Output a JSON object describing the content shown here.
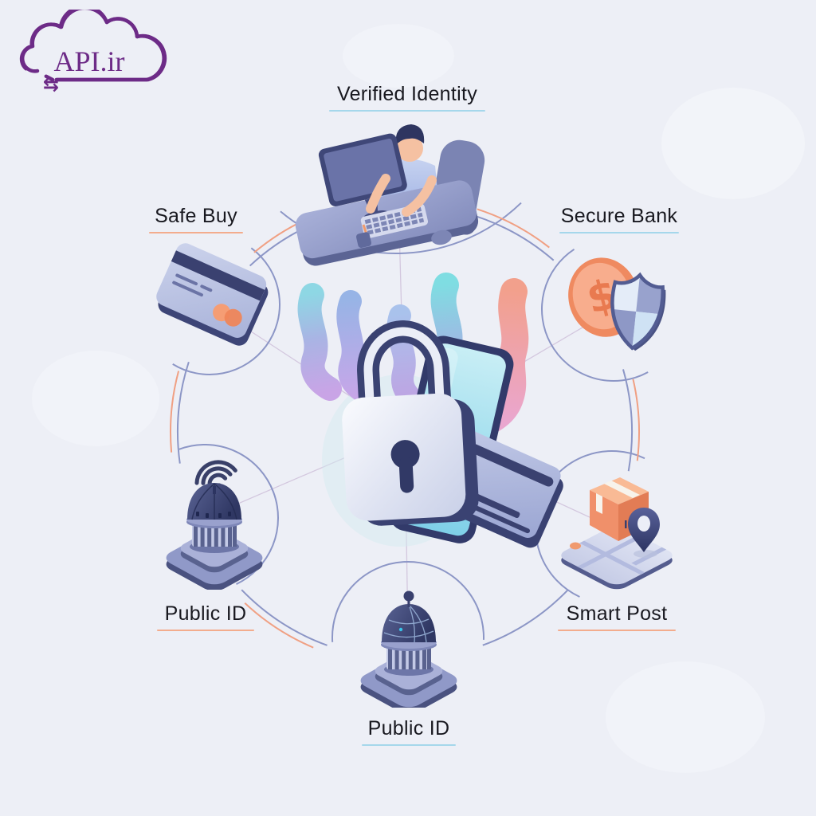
{
  "logo": {
    "text": "API.ir",
    "arrows_glyph": "⇆",
    "color": "#6d2b87"
  },
  "diagram": {
    "center_icon": "padlock-phone-card-security",
    "nodes": [
      {
        "label": "Verified Identity",
        "icon": "person-computer-icon",
        "underline_color": "#a5d7eb"
      },
      {
        "label": "Safe Buy",
        "icon": "credit-card-icon",
        "underline_color": "#f3ac8d"
      },
      {
        "label": "Secure Bank",
        "icon": "coin-shield-icon",
        "underline_color": "#a5d7eb"
      },
      {
        "label": "Public ID",
        "icon": "dome-wifi-icon",
        "underline_color": "#f3ac8d"
      },
      {
        "label": "Smart Post",
        "icon": "package-location-icon",
        "underline_color": "#f3ac8d"
      },
      {
        "label": "Public ID",
        "icon": "dome-globe-icon",
        "underline_color": "#a5d7eb"
      }
    ],
    "colors": {
      "background": "#edeff6",
      "ring_blue": "#8c96c6",
      "ring_orange": "#f0a083",
      "spoke": "#bfa8cc",
      "label_text": "#18181f"
    }
  }
}
